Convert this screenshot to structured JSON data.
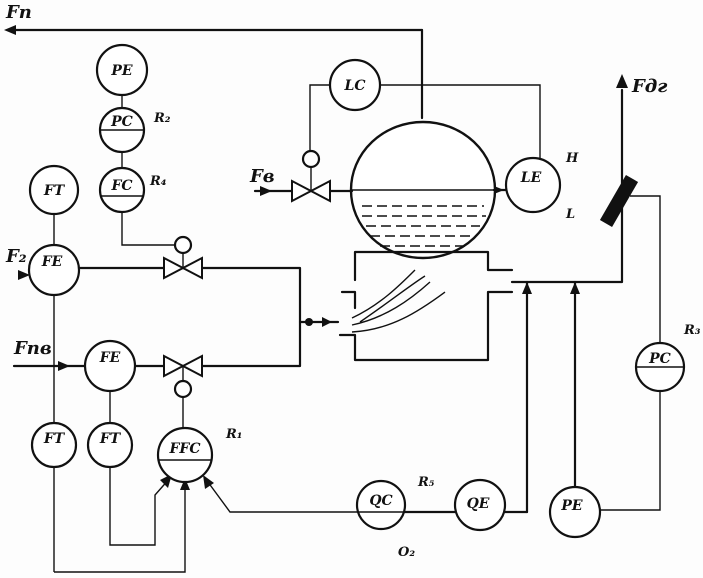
{
  "streams": {
    "fp": "Fп",
    "fdg": "Fдг",
    "fv": "Fв",
    "f2": "F₂",
    "fpv": "Fпв"
  },
  "instruments": {
    "pe_top": "PE",
    "pc_r2": "PC",
    "fc_r4": "FC",
    "ft_top": "FT",
    "fe_f2": "FE",
    "lc": "LC",
    "le": "LE",
    "fe_fpv": "FE",
    "ft_left": "FT",
    "ft_mid": "FT",
    "ffc_r1": "FFC",
    "qc_r5": "QC",
    "qe": "QE",
    "pe_bottom": "PE",
    "pc_r3": "PC"
  },
  "loops": {
    "r1": "R₁",
    "r2": "R₂",
    "r3": "R₃",
    "r4": "R₄",
    "r5": "R₅"
  },
  "marks": {
    "h": "H",
    "l": "L",
    "o2": "O₂"
  }
}
